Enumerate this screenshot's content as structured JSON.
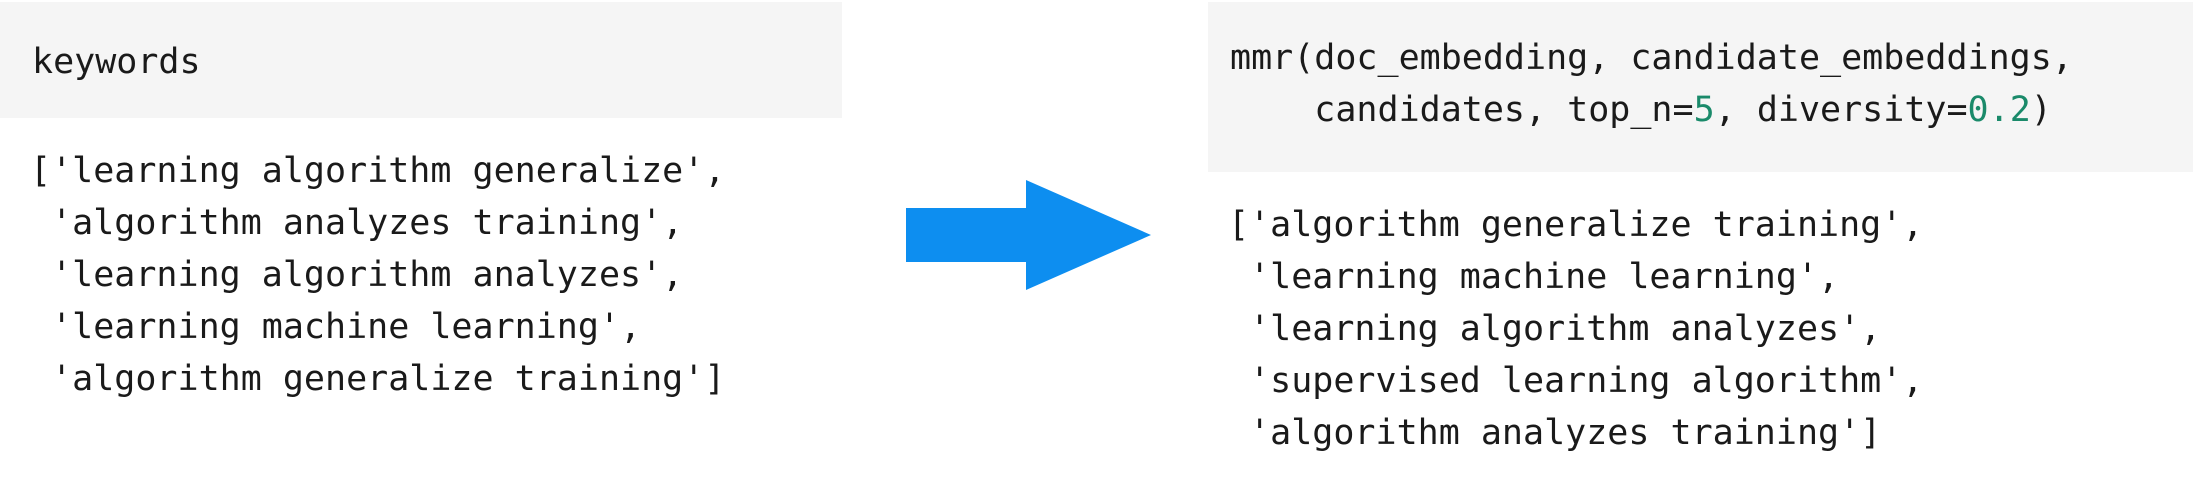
{
  "left": {
    "input": "keywords",
    "output": [
      "['learning algorithm generalize',",
      " 'algorithm analyzes training',",
      " 'learning algorithm analyzes',",
      " 'learning machine learning',",
      " 'algorithm generalize training']"
    ]
  },
  "arrow": {
    "icon": "right-arrow-icon",
    "color": "#0d8ef0"
  },
  "right": {
    "input": {
      "line1": "mmr(doc_embedding, candidate_embeddings,",
      "line2_prefix": "    candidates, top_n=",
      "top_n": "5",
      "line2_mid": ", diversity=",
      "diversity": "0.2",
      "line2_suffix": ")"
    },
    "output": [
      "['algorithm generalize training',",
      " 'learning machine learning',",
      " 'learning algorithm analyzes',",
      " 'supervised learning algorithm',",
      " 'algorithm analyzes training']"
    ]
  },
  "colors": {
    "cell_background": "#f5f5f5",
    "number_literal": "#1a8a6a",
    "text": "#1a1a1a"
  }
}
